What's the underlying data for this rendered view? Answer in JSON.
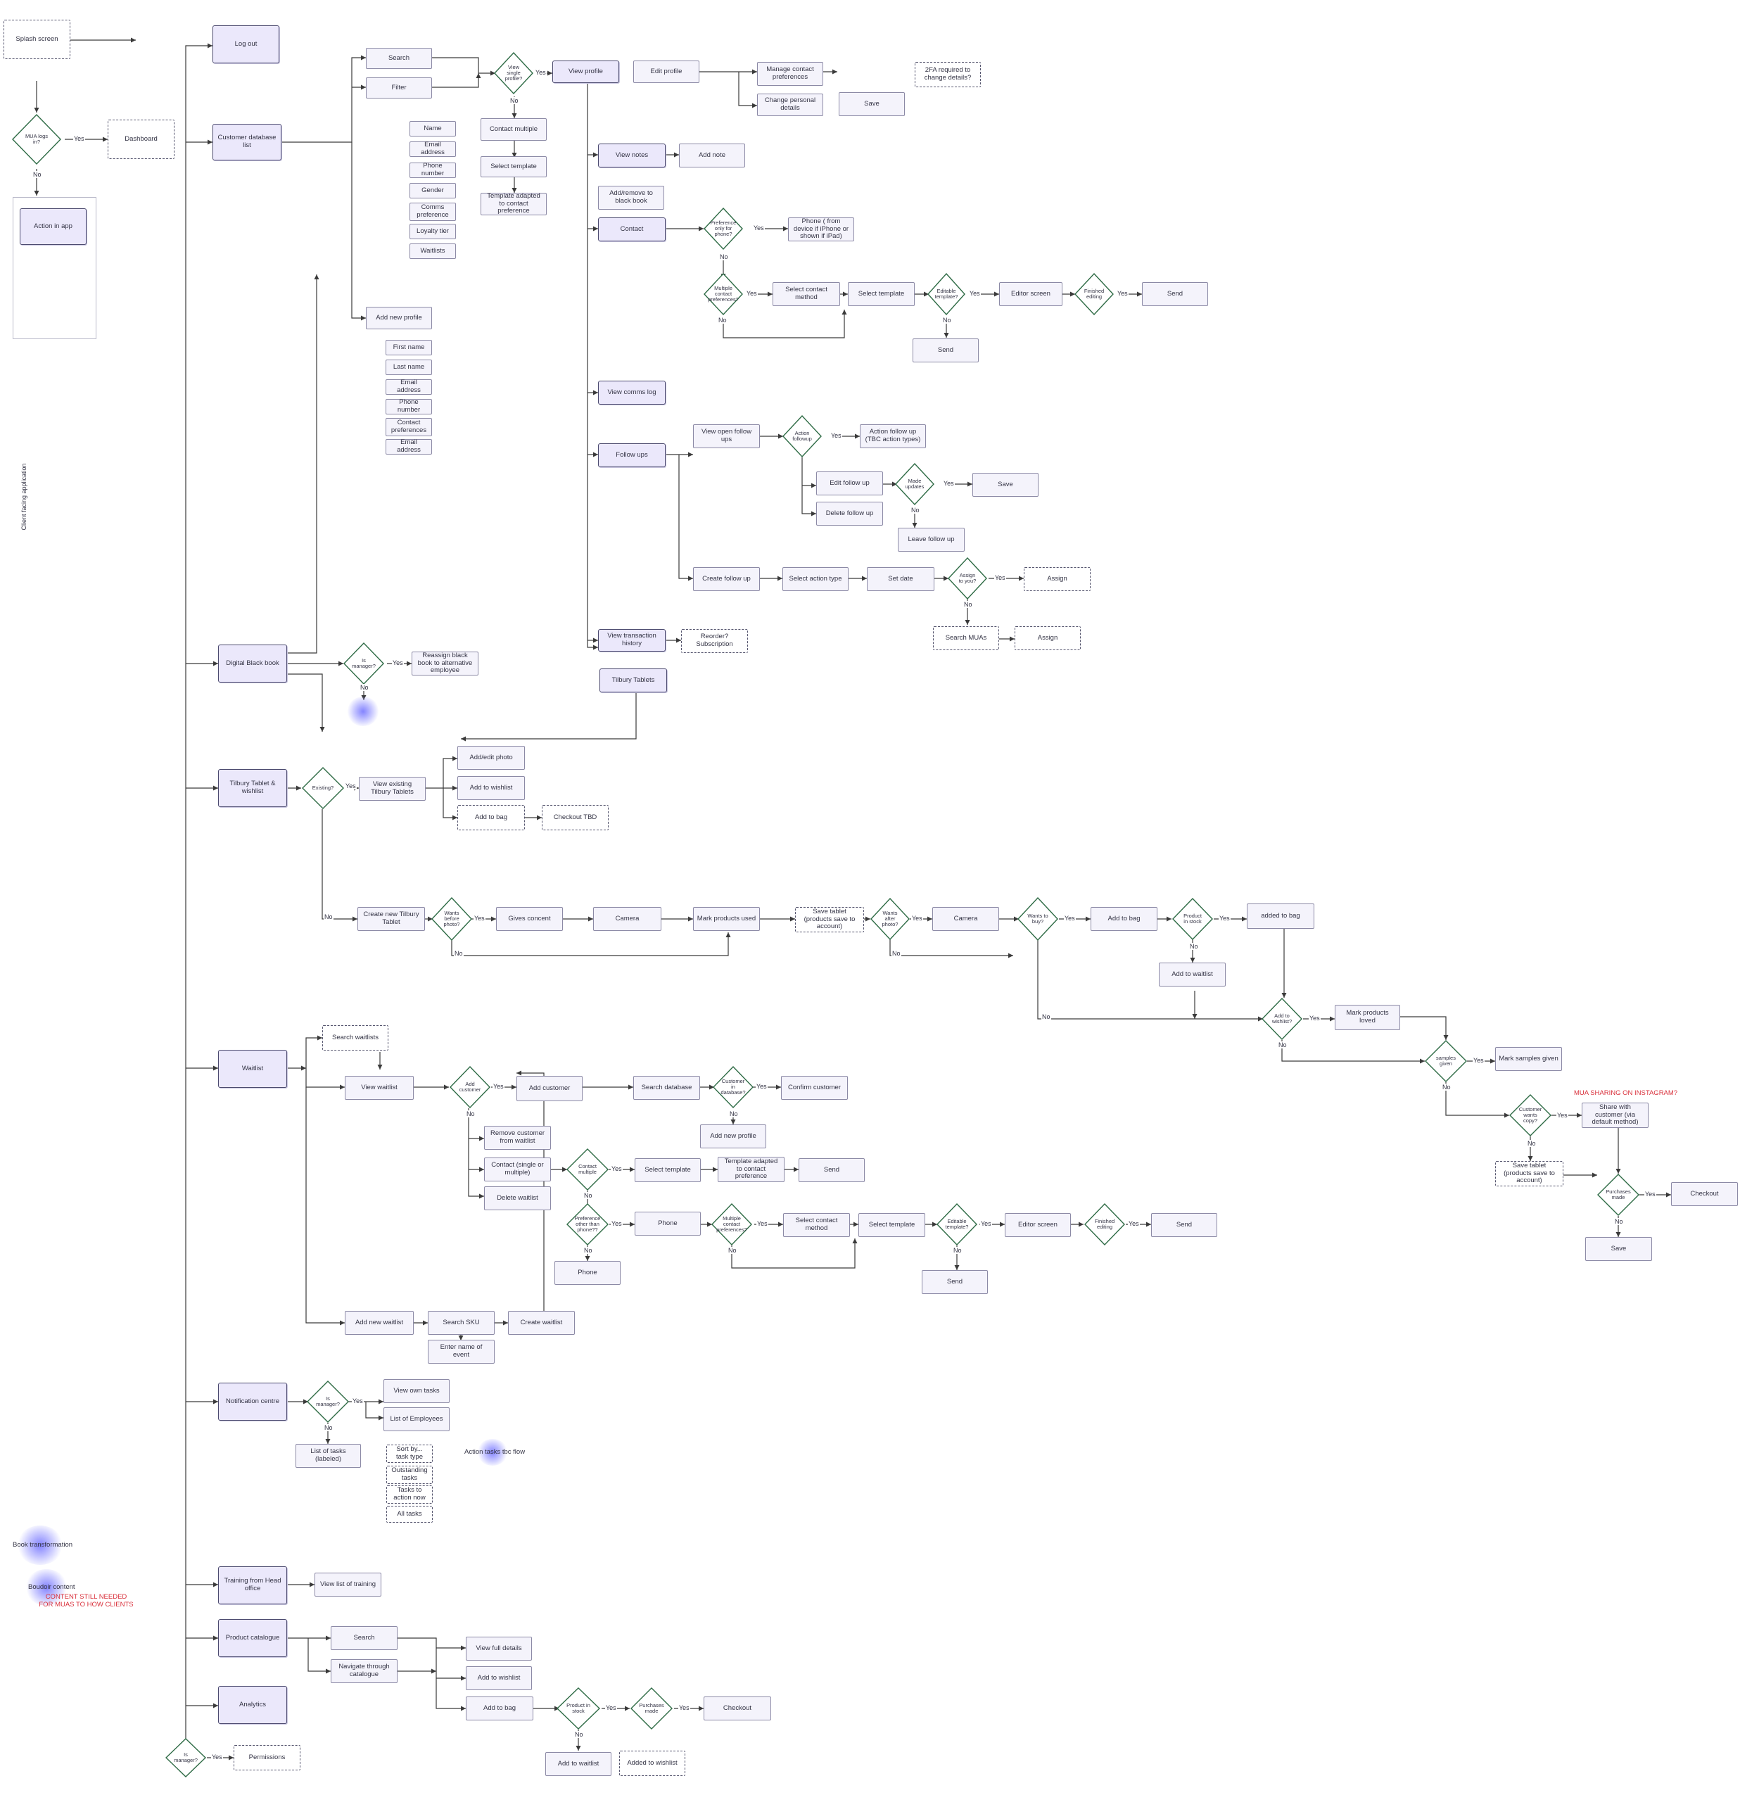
{
  "nodes": {
    "splash": "Splash screen",
    "mua_logs_in": "MUA logs in?",
    "dashboard": "Dashboard",
    "action_in_app": "Action in app",
    "client_facing": "Client facing application",
    "log_out": "Log out",
    "customer_db": "Customer database list",
    "digital_black_book": "Digital Black book",
    "tablet_wishlist": "Tilbury Tablet & wishlist",
    "waitlist": "Waitlist",
    "notification_centre": "Notification centre",
    "training": "Training from Head office",
    "product_catalogue": "Product catalogue",
    "analytics": "Analytics",
    "is_manager_bottom": "Is manager?",
    "permissions": "Permissions",
    "search": "Search",
    "filter": "Filter",
    "f_name": "Name",
    "f_email": "Email address",
    "f_phone": "Phone number",
    "f_gender": "Gender",
    "f_comms": "Comms preference",
    "f_loyalty": "Loyalty tier",
    "f_waitlists": "Waitlists",
    "add_new_profile": "Add new profile",
    "np_first": "First name",
    "np_last": "Last name",
    "np_email": "Email address",
    "np_phone": "Phone number",
    "np_contact": "Contact preferences",
    "np_email2": "Email address",
    "view_single_profile": "View single profile?",
    "contact_multiple": "Contact multiple",
    "select_template_1": "Select template",
    "template_adapted_1": "Template adapted to contact preference",
    "view_profile": "View profile",
    "edit_profile": "Edit profile",
    "manage_contact": "Manage contact preferences",
    "change_personal": "Change personal details",
    "save_1": "Save",
    "twofa": "2FA required to change details?",
    "view_notes": "View notes",
    "add_note": "Add note",
    "add_remove_bb": "Add/remove to black book",
    "contact": "Contact",
    "pref_only_phone": "Preference only for phone?",
    "phone_from_device": "Phone ( from device if iPhone or shown if iPad)",
    "multiple_contact_pref_1": "Multiple contact preferences?",
    "select_contact_method_1": "Select contact method",
    "select_template_2": "Select template",
    "editable_template_1": "Editable template?",
    "editor_screen_1": "Editor screen",
    "finished_editing_1": "Finished editing",
    "send_1": "Send",
    "send_2": "Send",
    "view_comms_log": "View comms log",
    "follow_ups": "Follow ups",
    "view_open_fu": "View open follow ups",
    "action_followup_q": "Action followup",
    "action_follow_up": "Action follow up (TBC action types)",
    "edit_follow_up": "Edit follow up",
    "delete_follow_up": "Delete follow up",
    "made_updates": "Made updates",
    "save_2": "Save",
    "leave_follow_up": "Leave follow up",
    "create_follow_up": "Create follow up",
    "select_action_type": "Select action type",
    "set_date": "Set date",
    "assign_to_you": "Assign to you?",
    "assign_1": "Assign",
    "search_muas": "Search MUAs",
    "assign_2": "Assign",
    "view_transaction": "View transaction history",
    "reorder": "Reorder? Subscription",
    "tilbury_tablets": "Tilbury Tablets",
    "is_manager_bb": "Is manager?",
    "reassign_bb": "Reassign black book to alternative employee",
    "existing": "Existing?",
    "view_existing_tablets": "View existing Tilbury Tablets",
    "add_edit_photo": "Add/edit photo",
    "add_to_wishlist_1": "Add to wishlist",
    "add_to_bag_1": "Add to bag",
    "checkout_tbd": "Checkout TBD",
    "create_new_tablet": "Create new Tilbury Tablet",
    "wants_before_photo": "Wants before photo?",
    "gives_concent": "Gives concent",
    "camera_1": "Camera",
    "mark_products_used": "Mark products used",
    "save_tablet_1": "Save tablet (products save to account)",
    "wants_after_photo": "Wants after photo?",
    "camera_2": "Camera",
    "wants_to_buy": "Wants to buy?",
    "add_to_bag_2": "Add to bag",
    "product_in_stock_1": "Product in stock",
    "added_to_bag": "added to bag",
    "add_to_waitlist_1": "Add to waitlist",
    "add_to_wishlist_q": "Add to wishlist?",
    "mark_products_loved": "Mark products loved",
    "samples_given": "samples given",
    "mark_samples_given": "Mark samples given",
    "customer_wants_copy": "Customer wants copy?",
    "share_with_customer": "Share with customer (via default method)",
    "mua_sharing": "MUA SHARING ON INSTAGRAM?",
    "save_tablet_2": "Save tablet (products save to account)",
    "purchases_made_1": "Purchases made",
    "checkout_1": "Checkout",
    "save_3": "Save",
    "search_waitlists": "Search waitlists",
    "view_waitlist": "View waitlist",
    "add_customer_q": "Add customer",
    "add_customer": "Add customer",
    "search_database": "Search database",
    "customer_in_db": "Customer in database?",
    "confirm_customer": "Confirm customer",
    "add_new_profile_2": "Add new profile",
    "remove_customer": "Remove customer from waitlist",
    "contact_single_multiple": "Contact (single or multiple)",
    "delete_waitlist": "Delete waitlist",
    "contact_multiple_q": "Contact multiple",
    "select_template_3": "Select template",
    "template_adapted_2": "Template adapted to contact preference",
    "send_3": "Send",
    "pref_other_than_phone": "Preference other than phone??",
    "phone_1": "Phone",
    "phone_2": "Phone",
    "multiple_contact_pref_2": "Multiple contact preferences?",
    "select_contact_method_2": "Select contact method",
    "select_template_4": "Select template",
    "editable_template_2": "Editable template?",
    "editor_screen_2": "Editor screen",
    "finished_editing_2": "Finished editing",
    "send_4": "Send",
    "send_5": "Send",
    "add_new_waitlist": "Add new waitlist",
    "search_sku": "Search SKU",
    "create_waitlist": "Create waitlist",
    "enter_event": "Enter name of event",
    "is_manager_nc": "Is manager?",
    "view_own_tasks": "View own tasks",
    "list_employees": "List of Employees",
    "list_tasks_labeled": "List of tasks (labeled)",
    "sort_by": "Sort by... task type",
    "outstanding": "Outstanding tasks",
    "tasks_action_now": "Tasks to action now",
    "all_tasks": "All tasks",
    "action_tasks_flow": "Action tasks tbc flow",
    "book_transformation": "Book transformation",
    "boudoir_content": "Boudoir content",
    "content_needed": "CONTENT STILL NEEDED FOR MUAS TO HOW CLIENTS",
    "view_list_training": "View list of training",
    "pc_search": "Search",
    "navigate_catalogue": "Navigate through catalogue",
    "view_full_details": "View full details",
    "add_to_wishlist_2": "Add to wishlist",
    "add_to_bag_3": "Add to bag",
    "product_in_stock_2": "Product in stock",
    "purchases_made_2": "Purchases made",
    "checkout_2": "Checkout",
    "add_to_waitlist_2": "Add to waitlist",
    "added_to_wishlist": "Added to wishlist"
  },
  "labels": {
    "yes": "Yes",
    "no": "No"
  },
  "colors": {
    "primary_fill": "#ebe8fb",
    "primary_border": "#4b4a6e",
    "secondary_fill": "#f4f3fb",
    "decision_border": "#2e6b45",
    "edge": "#3a3a3a",
    "warning_text": "#d92f3a",
    "highlight_blob": "#6e6eff"
  }
}
